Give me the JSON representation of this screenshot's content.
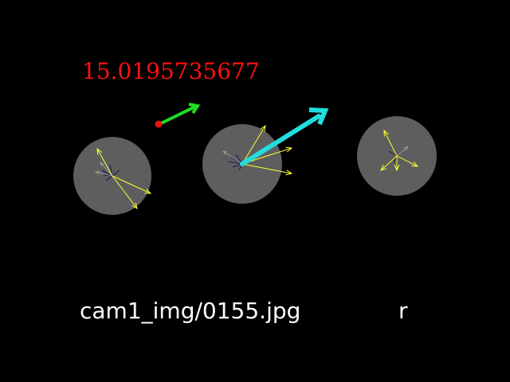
{
  "overlay": {
    "value_text": "15.0195735677",
    "filename": "cam1_img/0155.jpg",
    "key": "r"
  },
  "colors": {
    "background": "#000000",
    "value_text": "#ff1111",
    "sphere": "#5e5e5e",
    "yellow_vector": "#ffff33",
    "cyan_arrow": "#22dddd",
    "green_arrow": "#22dd22",
    "red_point": "#ee1111",
    "dark_vector": "#1a1a55",
    "light_vector": "#9a9a9a"
  }
}
